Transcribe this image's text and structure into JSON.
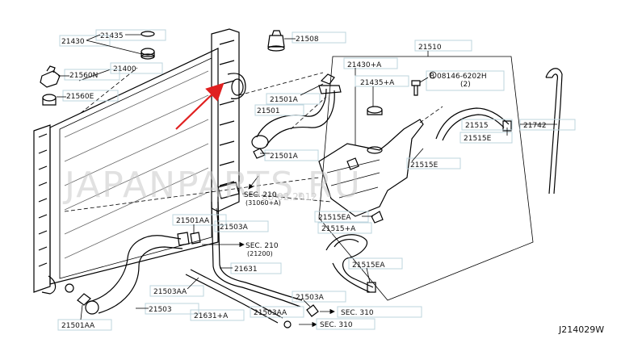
{
  "diagram": {
    "part_labels": {
      "p21435": "21435",
      "p21430": "21430",
      "p21400": "21400",
      "p21560N": "21560N",
      "p21560E": "21560E",
      "p21508": "21508",
      "p21510": "21510",
      "p21430A": "21430+A",
      "p21435A": "21435+A",
      "pBolt": "B 08146-6202H",
      "pBoltQty": "(2)",
      "p21515": "21515",
      "p21742": "21742",
      "p21515E_top": "21515E",
      "p21501A_top": "21501A",
      "p21501": "21501",
      "p21501A_mid": "21501A",
      "p21515E_mid": "21515E",
      "pSec210a": "SEC. 210",
      "pSec210a_ref": "(31060+A)",
      "p21503A": "21503A",
      "p21501AA_mid": "21501AA",
      "pSec210b": "SEC. 210",
      "pSec210b_ref": "(21200)",
      "p21515EA_a": "21515EA",
      "p21515A": "21515+A",
      "p21515EA_b": "21515EA",
      "p21631": "21631",
      "p21503AA_a": "21503AA",
      "p21503": "21503",
      "p21631A": "21631+A",
      "p21503AA_b": "21503AA",
      "p21503A_bot": "21503A",
      "pSec310a": "SEC. 310",
      "pSec310b": "SEC. 310",
      "p21501AA_bot": "21501AA"
    },
    "diagram_code": "J214029W",
    "watermark": "JAPANPARTS.RU",
    "watermark_date": "08.02.2012"
  },
  "colors": {
    "line": "#000000",
    "label_box": "#bcd4de",
    "pointer_arrow": "#e02020",
    "watermark": "#c9c9c9"
  }
}
